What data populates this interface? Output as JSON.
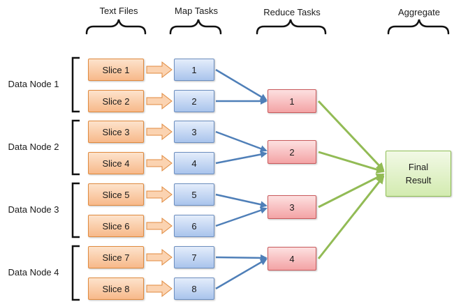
{
  "headers": {
    "text_files": "Text Files",
    "map_tasks": "Map Tasks",
    "reduce_tasks": "Reduce Tasks",
    "aggregate": "Aggregate"
  },
  "data_nodes": [
    "Data Node 1",
    "Data Node 2",
    "Data Node 3",
    "Data Node 4"
  ],
  "slices": [
    "Slice 1",
    "Slice 2",
    "Slice 3",
    "Slice 4",
    "Slice 5",
    "Slice 6",
    "Slice 7",
    "Slice 8"
  ],
  "map_tasks": [
    "1",
    "2",
    "3",
    "4",
    "5",
    "6",
    "7",
    "8"
  ],
  "reduce_tasks": [
    "1",
    "2",
    "3",
    "4"
  ],
  "final": {
    "line1": "Final",
    "line2": "Result"
  },
  "colors": {
    "slice_fill": "#f7b98a",
    "map_fill": "#a9c4ec",
    "reduce_fill": "#f3a3a5",
    "final_fill": "#d3ebb0",
    "map_to_reduce_arrow": "#4f7fb8",
    "reduce_to_final_arrow": "#92bb55"
  }
}
